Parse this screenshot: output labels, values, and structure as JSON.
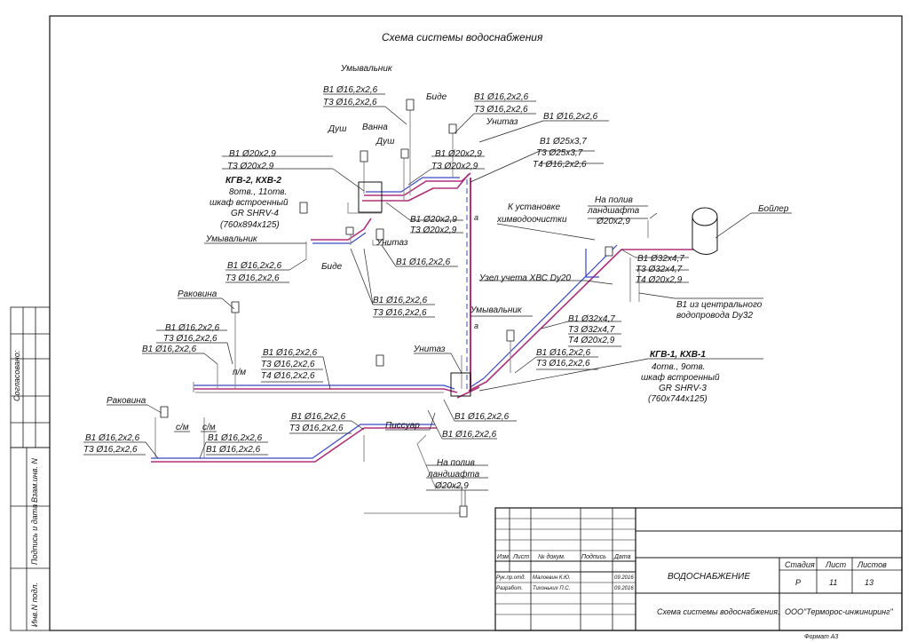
{
  "drawing": {
    "title": "Схема системы водоснабжения",
    "colors": {
      "frame": "#111111",
      "pipe_hot": "#b0307a",
      "pipe_cold": "#3a47c8",
      "leader": "#222222"
    }
  },
  "labels": {
    "umyv_top": "Умывальник",
    "umyv_top_s1": "В1 Ø16,2х2,6",
    "umyv_top_s2": "Т3 Ø16,2х2,6",
    "bide_top": "Биде",
    "bide_top_s1": "В1 Ø16,2х2,6",
    "bide_top_s2": "Т3 Ø16,2х2,6",
    "unitaz_top": "Унитаз",
    "unitaz_top_s1": "В1 Ø16,2х2,6",
    "riser_s1": "В1 Ø25х3,7",
    "riser_s2": "Т3 Ø25х3,7",
    "riser_s3": "Т4 Ø16,2х2,6",
    "dush": "Душ",
    "vanna": "Ванна",
    "dush2": "Душ",
    "vanna_s1": "В1 Ø20х2,9",
    "vanna_s2": "Т3 Ø20х2,9",
    "dush_s1": "В1 Ø20х2,9",
    "dush_s2": "Т3 Ø20х2,9",
    "kgv2_title": "КГВ-2, КХВ-2",
    "kgv2_l1": "8отв., 11отв.",
    "kgv2_l2": "шкаф встроенный",
    "kgv2_l3": "GR SHRV-4",
    "kgv2_l4": "(760х894х125)",
    "mid_s1": "В1 Ø20х2,9",
    "mid_s2": "Т3 Ø20х2,9",
    "marker_a1": "а",
    "marker_a2": "а",
    "umyv_mid": "Умывальник",
    "unitaz_mid": "Унитаз",
    "unitaz_mid_s1": "В1 Ø16,2х2,6",
    "bide_mid": "Биде",
    "umyv_mid_s1": "В1 Ø16,2х2,6",
    "umyv_mid_s2": "Т3 Ø16,2х2,6",
    "bide_mid_s1": "В1 Ø16,2х2,6",
    "bide_mid_s2": "Т3 Ø16,2х2,6",
    "himvod1": "К установке",
    "himvod2": "химводоочистки",
    "poliv_top1": "На полив",
    "poliv_top2": "ландшафта",
    "poliv_top3": "Ø20х2,9",
    "boiler": "Бойлер",
    "boiler_s1": "В1 Ø32х4,7",
    "boiler_s2": "Т3 Ø32х4,7",
    "boiler_s3": "Т4 Ø20х2,9",
    "uzel": "Узел учета ХВС Dy20",
    "central1": "В1 из центрального",
    "central2": "водопровода Dy32",
    "umyv_low": "Умывальник",
    "main_s1": "В1 Ø32х4,7",
    "main_s2": "Т3 Ø32х4,7",
    "main_s3": "Т4 Ø20х2,9",
    "rakovina_top": "Раковина",
    "rakovina_top_s1": "В1 Ø16,2х2,6",
    "rakovina_top_s2": "Т3 Ø16,2х2,6",
    "rakovina_top_s3": "В1 Ø16,2х2,6",
    "pm": "п/м",
    "pipe_s1": "В1 Ø16,2х2,6",
    "pipe_s2": "Т3 Ø16,2х2,6",
    "pipe_s3": "Т4 Ø16,2х2,6",
    "unitaz_low": "Унитаз",
    "umyv_low_s1": "В1 Ø16,2х2,6",
    "umyv_low_s2": "Т3 Ø16,2х2,6",
    "kgv1_title": "КГВ-1, КХВ-1",
    "kgv1_l1": "4отв., 9отв.",
    "kgv1_l2": "шкаф встроенный",
    "kgv1_l3": "GR SHRV-3",
    "kgv1_l4": "(760х744х125)",
    "pissuar": "Писсуар",
    "pissuar_s1": "В1 Ø16,2х2,6",
    "low_s1": "В1 Ø16,2х2,6",
    "low_s2": "Т3 Ø16,2х2,6",
    "low_s3": "В1 Ø16,2х2,6",
    "rakovina_low": "Раковина",
    "cm1": "с/м",
    "cm2": "с/м",
    "rak_low_s1": "В1 Ø16,2х2,6",
    "rak_low_s2": "Т3 Ø16,2х2,6",
    "cm_s1": "В1 Ø16,2х2,6",
    "cm_s2": "В1 Ø16,2х2,6",
    "poliv_low1": "На полив",
    "poliv_low2": "ландшафта",
    "poliv_low3": "Ø20х2,9"
  },
  "side_stamp": {
    "soglasovano": "Согласовано:",
    "vzam": "Взам.инв. N",
    "podp": "Подпись и дата",
    "inv": "Инв.N подл."
  },
  "stamp": {
    "h_izm": "Изм.",
    "h_list": "Лист",
    "h_ndok": "№ докум.",
    "h_podp": "Подпись",
    "h_data": "Дата",
    "role1": "Рук.пр.отд.",
    "name1": "Малоевин К.Ю.",
    "date1": "09.2016",
    "role2": "Разработ.",
    "name2": "Тихоньких П.С.",
    "date2": "09.2016",
    "section": "ВОДОСНАБЖЕНИЕ",
    "sheet_title": "Схема системы водоснабжения.",
    "h_stadia": "Стадия",
    "h_list2": "Лист",
    "h_listov": "Листов",
    "stadia": "Р",
    "list": "11",
    "listov": "13",
    "company": "ООО\"Терморос-инжиниринг\"",
    "format": "Формат А3"
  }
}
